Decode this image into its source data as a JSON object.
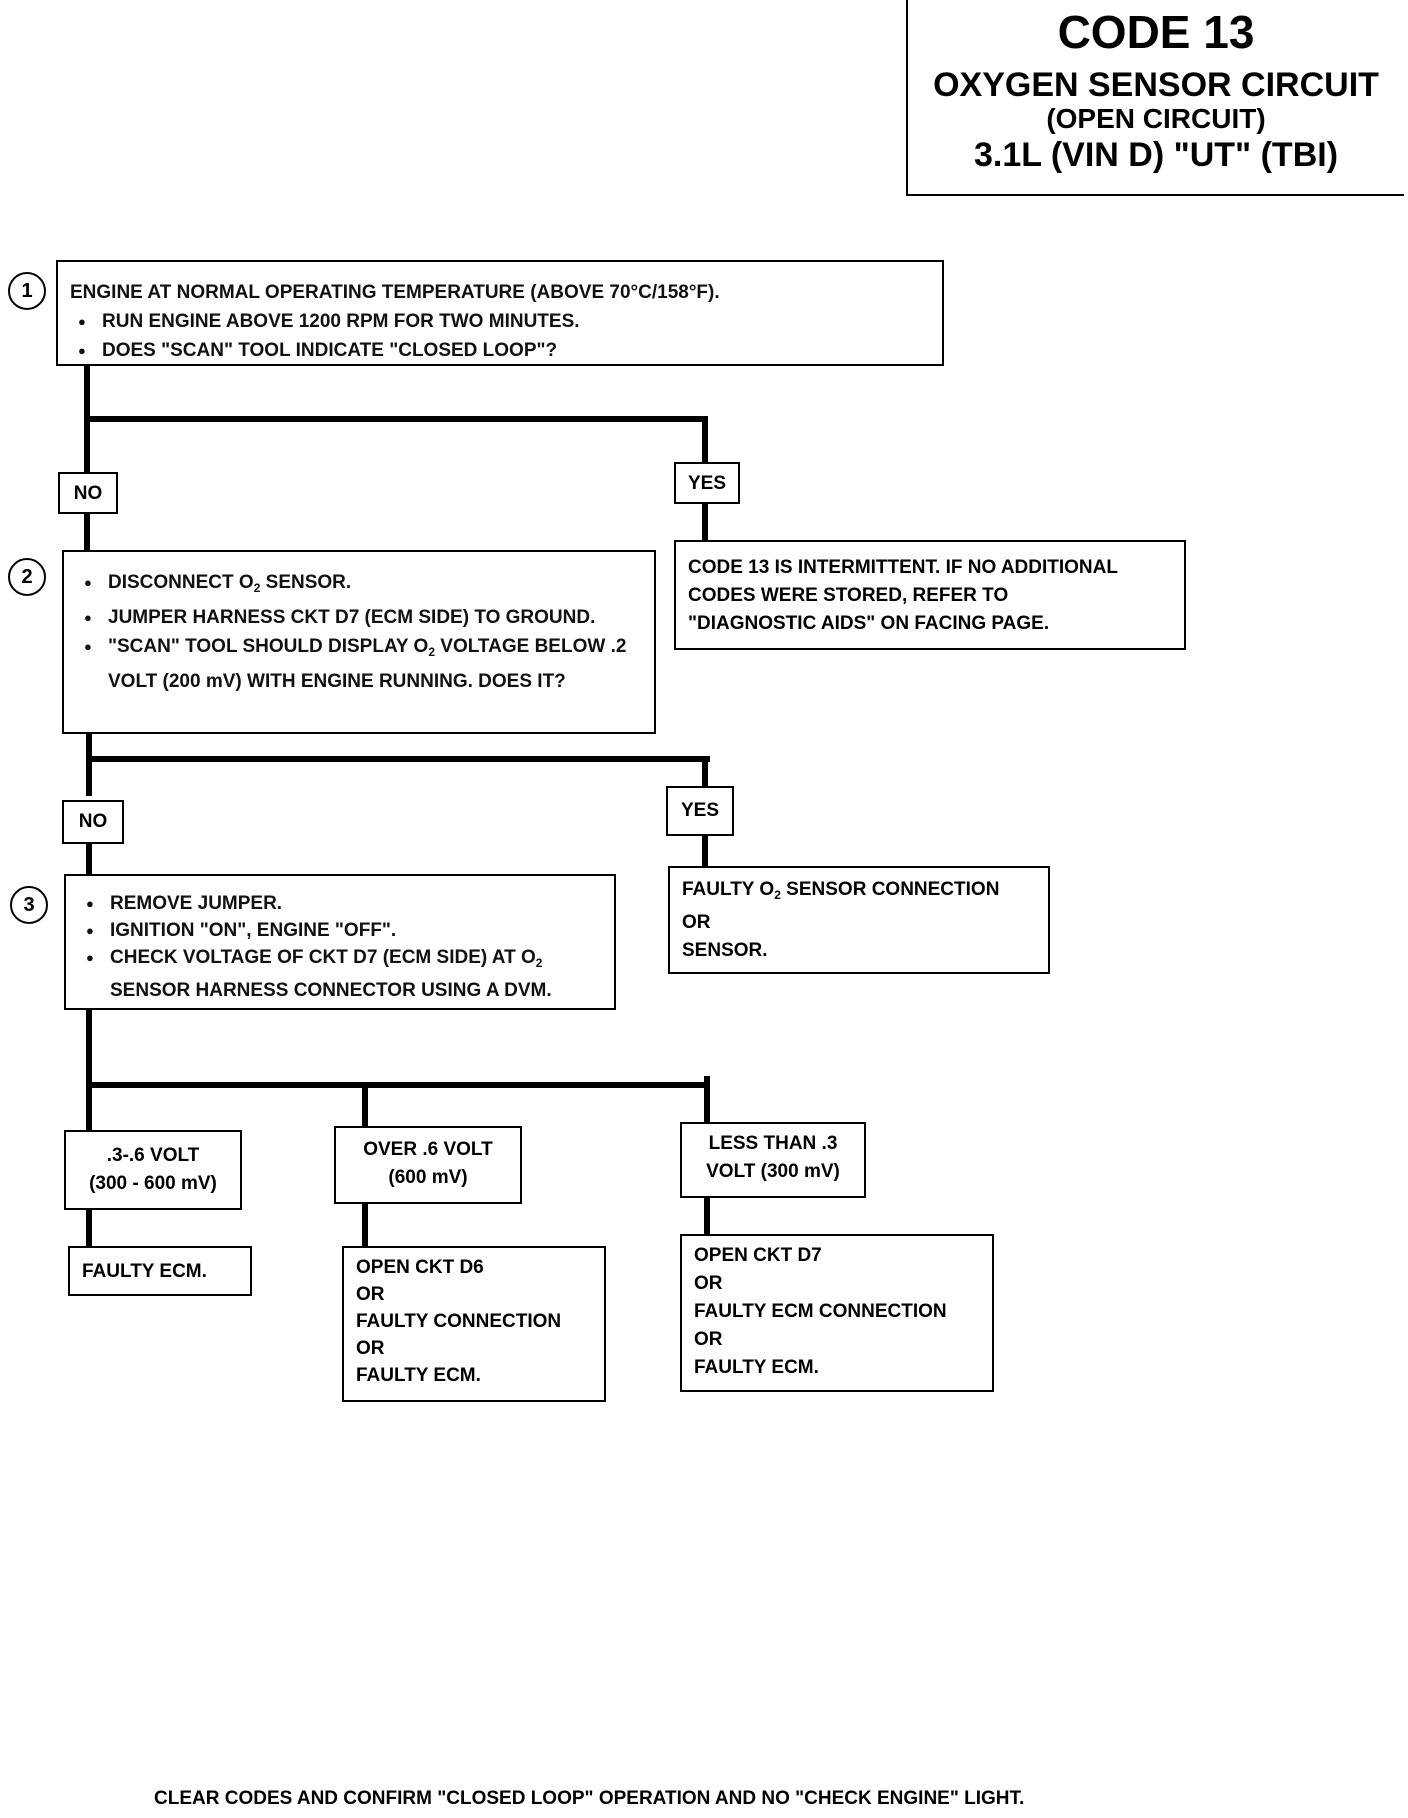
{
  "header": {
    "code": "CODE 13",
    "title": "OXYGEN SENSOR CIRCUIT",
    "subtitle": "(OPEN CIRCUIT)",
    "engine": "3.1L  (VIN D)  \"UT\"  (TBI)"
  },
  "steps": [
    {
      "number": "1",
      "heading": "ENGINE AT NORMAL OPERATING TEMPERATURE (ABOVE 70°C/158°F).",
      "bullets": [
        "RUN ENGINE ABOVE 1200 RPM FOR TWO MINUTES.",
        "DOES \"SCAN\" TOOL INDICATE \"CLOSED LOOP\"?"
      ]
    },
    {
      "number": "2",
      "bullets": [
        "DISCONNECT O₂ SENSOR.",
        "JUMPER HARNESS CKT D7 (ECM SIDE) TO GROUND.",
        "\"SCAN\" TOOL SHOULD DISPLAY O₂ VOLTAGE BELOW .2 VOLT (200 mV) WITH ENGINE RUNNING. DOES IT?"
      ]
    },
    {
      "number": "3",
      "bullets": [
        "REMOVE JUMPER.",
        "IGNITION \"ON\", ENGINE \"OFF\".",
        "CHECK VOLTAGE OF CKT D7 (ECM SIDE) AT O₂ SENSOR HARNESS CONNECTOR USING A DVM."
      ]
    }
  ],
  "branches": {
    "no_label": "NO",
    "yes_label": "YES"
  },
  "results": {
    "intermittent": [
      "CODE 13 IS INTERMITTENT.  IF NO ADDITIONAL",
      "CODES WERE STORED, REFER TO",
      "\"DIAGNOSTIC AIDS\" ON FACING PAGE."
    ],
    "faulty_sensor": [
      "FAULTY O₂ SENSOR CONNECTION",
      "OR",
      "SENSOR."
    ],
    "range_mid": [
      ".3-.6 VOLT",
      "(300 - 600 mV)"
    ],
    "range_high": [
      "OVER .6 VOLT",
      "(600 mV)"
    ],
    "range_low": [
      "LESS THAN .3",
      "VOLT (300 mV)"
    ],
    "faulty_ecm": "FAULTY ECM.",
    "open_d6": [
      "OPEN CKT D6",
      "OR",
      "FAULTY CONNECTION",
      "OR",
      "FAULTY ECM."
    ],
    "open_d7": [
      "OPEN CKT  D7",
      "OR",
      "FAULTY ECM CONNECTION",
      "OR",
      "FAULTY ECM."
    ]
  },
  "footer": "CLEAR CODES AND CONFIRM \"CLOSED LOOP\"  OPERATION AND NO \"CHECK ENGINE\" LIGHT."
}
